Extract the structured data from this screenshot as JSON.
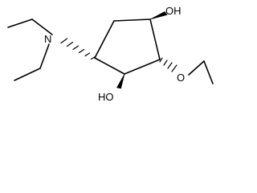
{
  "molecule": {
    "atoms": {
      "oh_top": "OH",
      "oh_bottom": "HO",
      "nitrogen": "N",
      "oxygen_ether": "O"
    },
    "colors": {
      "bond": "#000000",
      "label": "#000000",
      "background": "#ffffff"
    }
  }
}
